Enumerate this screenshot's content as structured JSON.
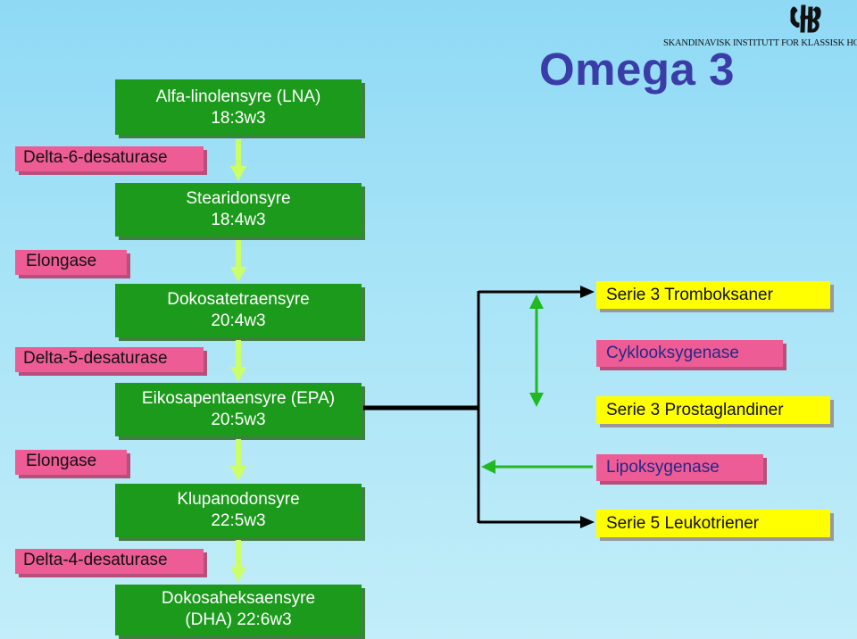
{
  "header": {
    "title": "Omega 3",
    "institute": "SKANDINAVISK INSTITUTT FOR KLASSISK HOMEOPATI",
    "logo_icon": "hh-monogram-logo-icon"
  },
  "pathway": [
    {
      "line1": "Alfa-linolensyre (LNA)",
      "line2": "18:3w3"
    },
    {
      "line1": "Stearidonsyre",
      "line2": "18:4w3"
    },
    {
      "line1": "Dokosatetraensyre",
      "line2": "20:4w3"
    },
    {
      "line1": "Eikosapentaensyre (EPA)",
      "line2": "20:5w3"
    },
    {
      "line1": "Klupanodonsyre",
      "line2": "22:5w3"
    },
    {
      "line1": "Dokosaheksaensyre",
      "line2": "(DHA) 22:6w3"
    }
  ],
  "enzymes": [
    "Delta-6-desaturase",
    "Elongase",
    "Delta-5-desaturase",
    "Elongase",
    "Delta-4-desaturase"
  ],
  "products": {
    "tromboksaner": "Serie 3 Tromboksaner",
    "cyklooksygenase": "Cyklooksygenase",
    "prostaglandiner": "Serie 3 Prostaglandiner",
    "lipoksygenase": "Lipoksygenase",
    "leukotriener": "Serie 5 Leukotriener"
  },
  "colors": {
    "molecule_box": "#1c9a1c",
    "enzyme_box": "#ee5c95",
    "product_box": "#ffff00",
    "arrow_down": "#ccff66",
    "arrow_side": "#22b822",
    "title": "#3a3ca8"
  }
}
